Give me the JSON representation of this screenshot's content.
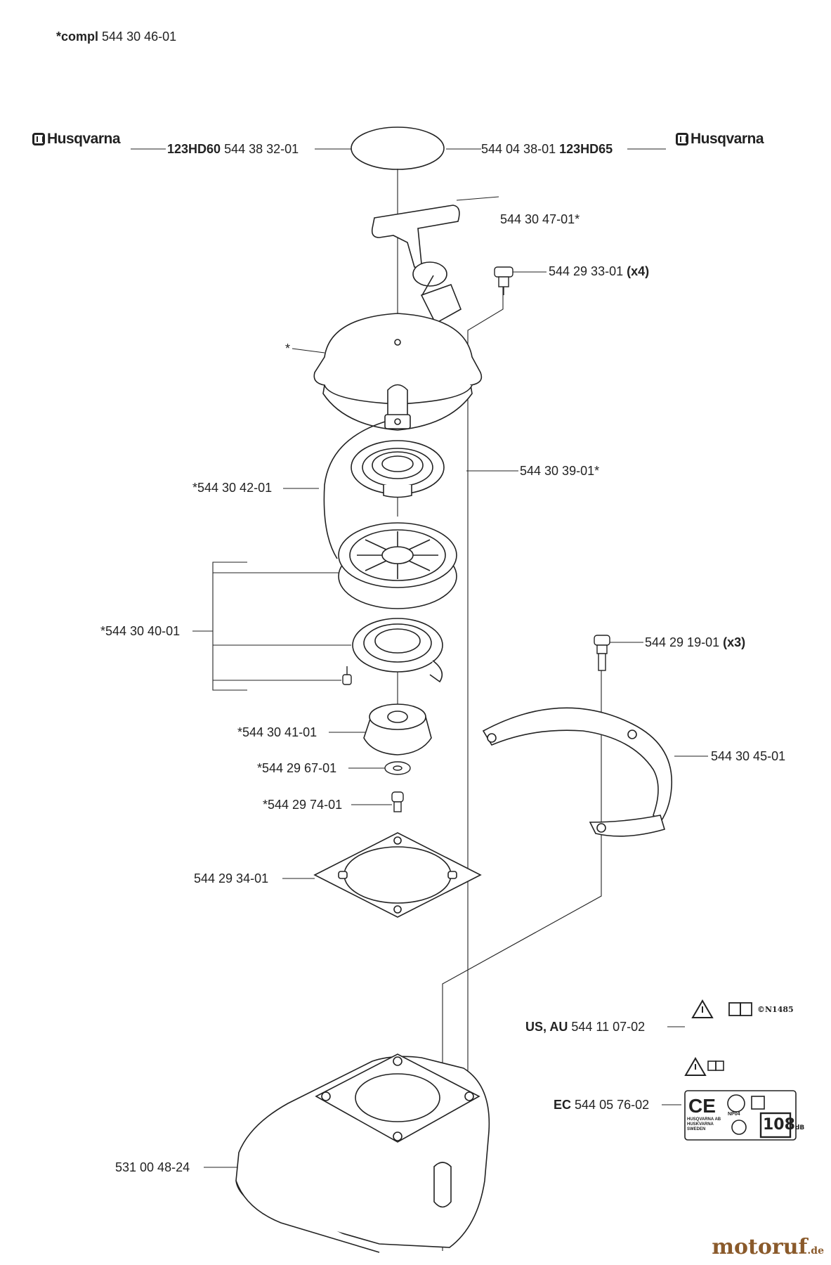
{
  "header": {
    "compl_prefix": "*compl",
    "compl_number": "544 30 46-01"
  },
  "brand": {
    "name": "Husqvarna"
  },
  "labels": {
    "decal_left_model": "123HD60",
    "decal_left_number": "544 38 32-01",
    "decal_right_number": "544 04 38-01",
    "decal_right_model": "123HD65",
    "handle": "544 30 47-01*",
    "screw_x4_number": "544 29 33-01",
    "screw_x4_qty": "(x4)",
    "housing_star": "*",
    "rope": "*544 30 42-01",
    "spring_top": "544 30 39-01*",
    "pulley_group": "*544 30 40-01",
    "screw_x3_number": "544 29 19-01",
    "screw_x3_qty": "(x3)",
    "pawl": "*544 30 41-01",
    "washer": "*544 29 67-01",
    "center_screw": "*544 29 74-01",
    "guard": "544 30 45-01",
    "gasket": "544 29 34-01",
    "us_au_region": "US, AU",
    "us_au_number": "544 11 07-02",
    "ec_region": "EC",
    "ec_number": "544 05 76-02",
    "fan_cover": "531 00 48-24"
  },
  "symbols": {
    "n1485": "©N1485",
    "ce": "CE",
    "db": "108",
    "db_unit": "dB",
    "maker": "HUSQVARNA AB HUSKVARNA SWEDEN",
    "np04": "NP04"
  },
  "watermark": {
    "main": "motoruf",
    "suffix": ".de"
  }
}
